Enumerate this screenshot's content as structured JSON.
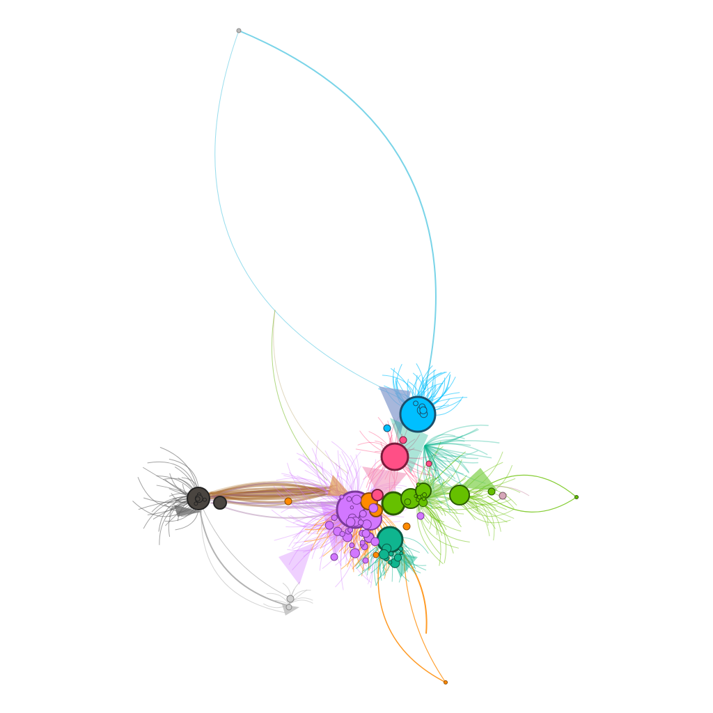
{
  "diagram": {
    "type": "network-graph",
    "background": "#ffffff",
    "label_text": "",
    "communities": [
      {
        "id": "cyan",
        "color": "#00bfff"
      },
      {
        "id": "pink",
        "color": "#ff4f86"
      },
      {
        "id": "violet",
        "color": "#d277ff"
      },
      {
        "id": "orange",
        "color": "#ff8a00"
      },
      {
        "id": "green",
        "color": "#66c000"
      },
      {
        "id": "teal",
        "color": "#0fb58f"
      },
      {
        "id": "brown",
        "color": "#a86a30"
      },
      {
        "id": "dark-gray",
        "color": "#4a4540"
      },
      {
        "id": "light-gray",
        "color": "#b5b5b5"
      },
      {
        "id": "slate-blue",
        "color": "#8a9fcf"
      },
      {
        "id": "sky",
        "color": "#6ccfe6"
      }
    ]
  }
}
